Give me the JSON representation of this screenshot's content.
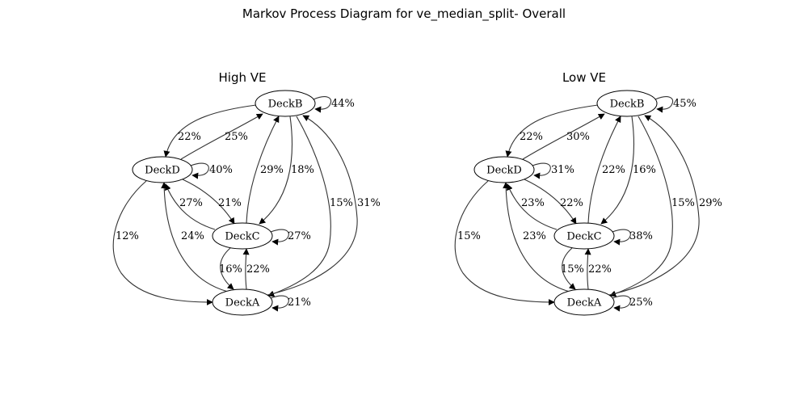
{
  "title": "Markov Process Diagram for ve_median_split- Overall",
  "diagrams": [
    {
      "subtitle": "High VE",
      "nodes": [
        "DeckB",
        "DeckD",
        "DeckC",
        "DeckA"
      ],
      "edges": [
        {
          "from": "DeckB",
          "to": "DeckB",
          "label": "44%"
        },
        {
          "from": "DeckB",
          "to": "DeckD",
          "label": "22%"
        },
        {
          "from": "DeckD",
          "to": "DeckB",
          "label": "25%"
        },
        {
          "from": "DeckD",
          "to": "DeckD",
          "label": "40%"
        },
        {
          "from": "DeckC",
          "to": "DeckB",
          "label": "29%"
        },
        {
          "from": "DeckB",
          "to": "DeckC",
          "label": "18%"
        },
        {
          "from": "DeckB",
          "to": "DeckA",
          "label": "15%"
        },
        {
          "from": "DeckA",
          "to": "DeckB",
          "label": "31%"
        },
        {
          "from": "DeckC",
          "to": "DeckD",
          "label": "27%"
        },
        {
          "from": "DeckD",
          "to": "DeckC",
          "label": "21%"
        },
        {
          "from": "DeckD",
          "to": "DeckA",
          "label": "12%"
        },
        {
          "from": "DeckA",
          "to": "DeckD",
          "label": "24%"
        },
        {
          "from": "DeckC",
          "to": "DeckC",
          "label": "27%"
        },
        {
          "from": "DeckC",
          "to": "DeckA",
          "label": "16%"
        },
        {
          "from": "DeckA",
          "to": "DeckC",
          "label": "22%"
        },
        {
          "from": "DeckA",
          "to": "DeckA",
          "label": "21%"
        }
      ]
    },
    {
      "subtitle": "Low VE",
      "nodes": [
        "DeckB",
        "DeckD",
        "DeckC",
        "DeckA"
      ],
      "edges": [
        {
          "from": "DeckB",
          "to": "DeckB",
          "label": "45%"
        },
        {
          "from": "DeckB",
          "to": "DeckD",
          "label": "22%"
        },
        {
          "from": "DeckD",
          "to": "DeckB",
          "label": "30%"
        },
        {
          "from": "DeckD",
          "to": "DeckD",
          "label": "31%"
        },
        {
          "from": "DeckC",
          "to": "DeckB",
          "label": "22%"
        },
        {
          "from": "DeckB",
          "to": "DeckC",
          "label": "16%"
        },
        {
          "from": "DeckB",
          "to": "DeckA",
          "label": "15%"
        },
        {
          "from": "DeckA",
          "to": "DeckB",
          "label": "29%"
        },
        {
          "from": "DeckC",
          "to": "DeckD",
          "label": "23%"
        },
        {
          "from": "DeckD",
          "to": "DeckC",
          "label": "22%"
        },
        {
          "from": "DeckD",
          "to": "DeckA",
          "label": "15%"
        },
        {
          "from": "DeckA",
          "to": "DeckD",
          "label": "23%"
        },
        {
          "from": "DeckC",
          "to": "DeckC",
          "label": "38%"
        },
        {
          "from": "DeckC",
          "to": "DeckA",
          "label": "15%"
        },
        {
          "from": "DeckA",
          "to": "DeckC",
          "label": "22%"
        },
        {
          "from": "DeckA",
          "to": "DeckA",
          "label": "25%"
        }
      ]
    }
  ]
}
